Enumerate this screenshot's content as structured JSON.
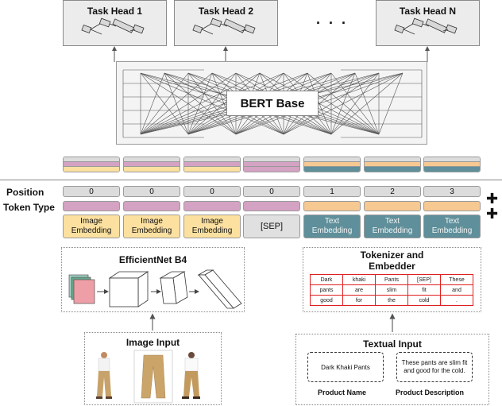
{
  "task_heads": [
    "Task Head 1",
    "Task Head 2",
    "Task Head N"
  ],
  "ellipsis": ". . .",
  "bert_label": "BERT Base",
  "row_labels": {
    "position": "Position",
    "token_type": "Token Type"
  },
  "plus_symbols": [
    "✚",
    "✚"
  ],
  "positions": [
    "0",
    "0",
    "0",
    "0",
    "1",
    "2",
    "3"
  ],
  "embeddings": [
    "Image\nEmbedding",
    "Image\nEmbedding",
    "Image\nEmbedding",
    "[SEP]",
    "Text\nEmbedding",
    "Text\nEmbedding",
    "Text\nEmbedding"
  ],
  "efficientnet": {
    "title": "EfficientNet B4"
  },
  "tokenizer": {
    "title": "Tokenizer and Embedder",
    "grid": [
      [
        "Dark",
        "khaki",
        "Pants",
        "[SEP]",
        "These"
      ],
      [
        "pants",
        "are",
        "slim",
        "fit",
        "and"
      ],
      [
        "good",
        "for",
        "the",
        "cold",
        "."
      ]
    ]
  },
  "image_input": {
    "title": "Image Input"
  },
  "textual_input": {
    "title": "Textual Input",
    "product_name": "Dark Khaki Pants",
    "product_description": "These pants are slim fit and good for the cold.",
    "product_name_label": "Product Name",
    "product_description_label": "Product Description"
  },
  "colors": {
    "image_token_type": "#d4a2c2",
    "text_token_type": "#f6c892",
    "image_embedding": "#fbe0a0",
    "text_embedding": "#5e8f9a",
    "sep_embedding": "#e0e0e0",
    "grid_border": "#e02020"
  }
}
